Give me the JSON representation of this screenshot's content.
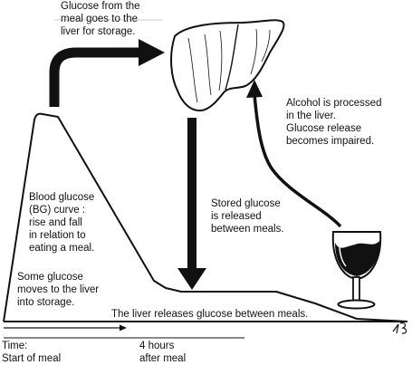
{
  "labels": {
    "glucose_to_liver": "Glucose from the\nmeal goes to the\nliver for storage.",
    "alcohol": "Alcohol is processed\nin the liver.\nGlucose release\nbecomes impaired.",
    "bg_curve": "Blood glucose\n(BG) curve :\nrise and fall\nin relation to\neating a meal.",
    "stored_glucose": "Stored glucose\nis released\nbetween meals.",
    "some_glucose": "Some glucose\nmoves to the liver\ninto storage.",
    "liver_releases": "The liver releases glucose between meals.",
    "time_start": "Time:\nStart of meal",
    "four_hours": "4 hours\nafter meal"
  },
  "icons": {
    "liver": "liver-icon",
    "wine_glass": "wine-glass-icon",
    "signature": "artist-signature"
  },
  "colors": {
    "ink": "#111111",
    "wine": "#111111",
    "background": "#ffffff"
  }
}
